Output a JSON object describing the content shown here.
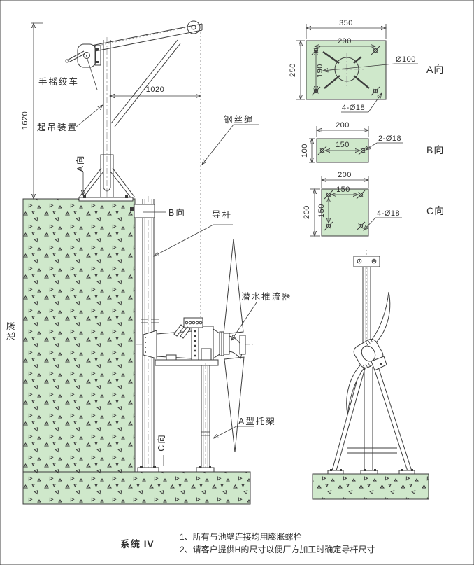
{
  "main": {
    "dim_height": "1620",
    "dim_reach": "1020",
    "label_hand_winch": "手摇绞车",
    "label_lifting_device": "起吊装置",
    "label_wire_rope": "钢丝绳",
    "label_view_a": "A向",
    "label_view_b": "B向",
    "label_view_c": "C向",
    "label_guide_rod": "导杆",
    "label_pool_depth": "池深",
    "label_mixer": "潜水推流器",
    "label_a_bracket": "A型托架"
  },
  "detail_a": {
    "title": "A向",
    "dim_width": "350",
    "dim_bolt_width": "290",
    "dim_height": "250",
    "dim_bolt_height": "190",
    "dim_circle": "Ø100",
    "dim_holes": "4-Ø18"
  },
  "detail_b": {
    "title": "B向",
    "dim_width": "200",
    "dim_height": "100",
    "dim_spacing": "150",
    "dim_holes": "2-Ø18"
  },
  "detail_c": {
    "title": "C向",
    "dim_width": "200",
    "dim_height": "200",
    "dim_spacing_h": "150",
    "dim_spacing_v": "150",
    "dim_holes": "4-Ø18"
  },
  "footer": {
    "system_label": "系统 IV",
    "note_1": "1、所有与池壁连接均用膨胀螺栓",
    "note_2": "2、请客户提供H的尺寸以便厂方加工时确定导杆尺寸"
  },
  "colors": {
    "plate_green": "#cfe8cb",
    "line": "#3c3c3c",
    "centerline": "#9b9b9b"
  }
}
